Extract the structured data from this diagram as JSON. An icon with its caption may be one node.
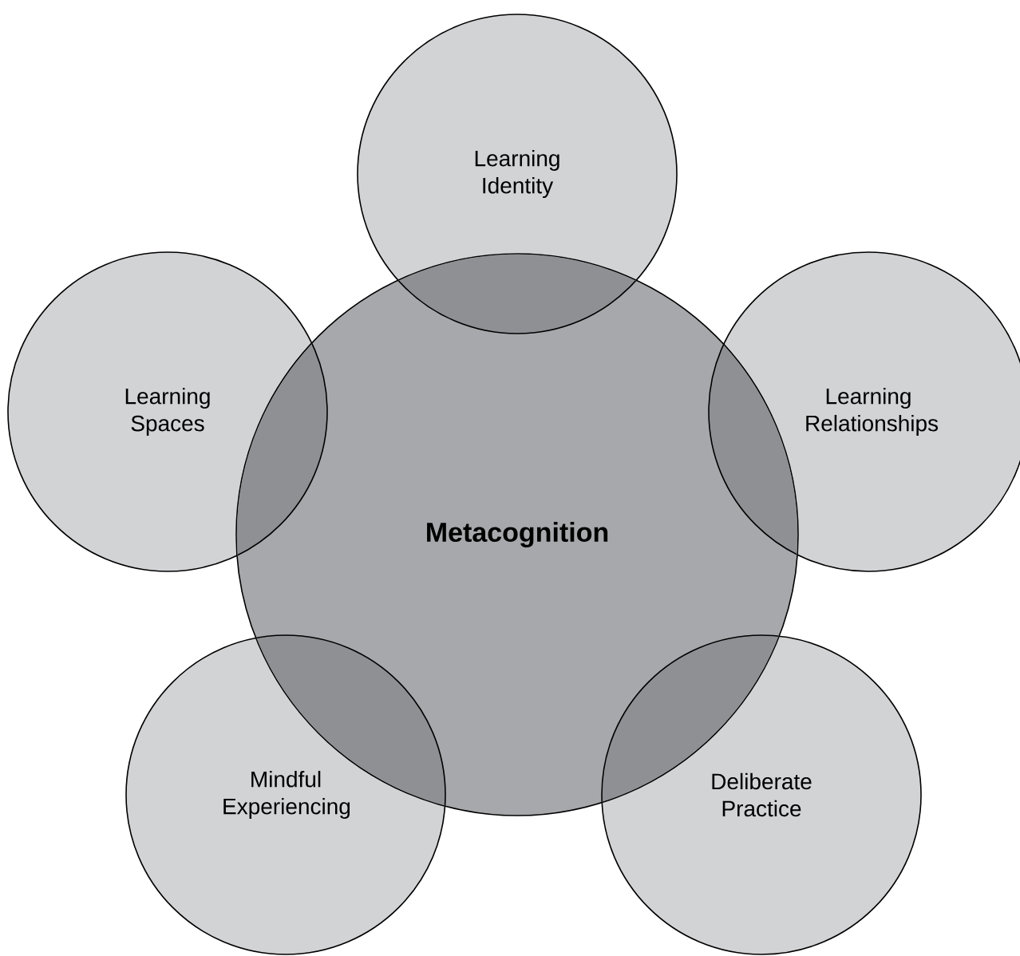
{
  "diagram": {
    "nodes": [
      {
        "text": [
          "Learning Identity"
        ]
      },
      {
        "text": [
          "Learning Spaces"
        ]
      },
      {
        "text": [
          "Learning Relationships"
        ]
      },
      {
        "text": [
          "Metacognition"
        ]
      },
      {
        "text": [
          "Mindful Experiencing"
        ]
      },
      {
        "text": [
          "Deliberate Practice"
        ]
      }
    ],
    "edges": []
  }
}
